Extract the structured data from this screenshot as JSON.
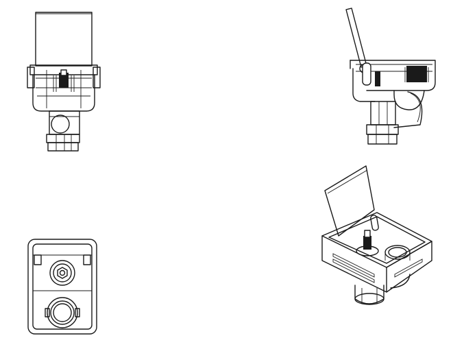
{
  "drawing": {
    "colors": {
      "line": "#1a1a1a",
      "background": "#ffffff"
    },
    "views": [
      {
        "id": "front",
        "icon": "front-view-drawing"
      },
      {
        "id": "side",
        "icon": "side-view-drawing"
      },
      {
        "id": "top",
        "icon": "top-view-drawing"
      },
      {
        "id": "isometric",
        "icon": "isometric-view-drawing"
      }
    ]
  }
}
